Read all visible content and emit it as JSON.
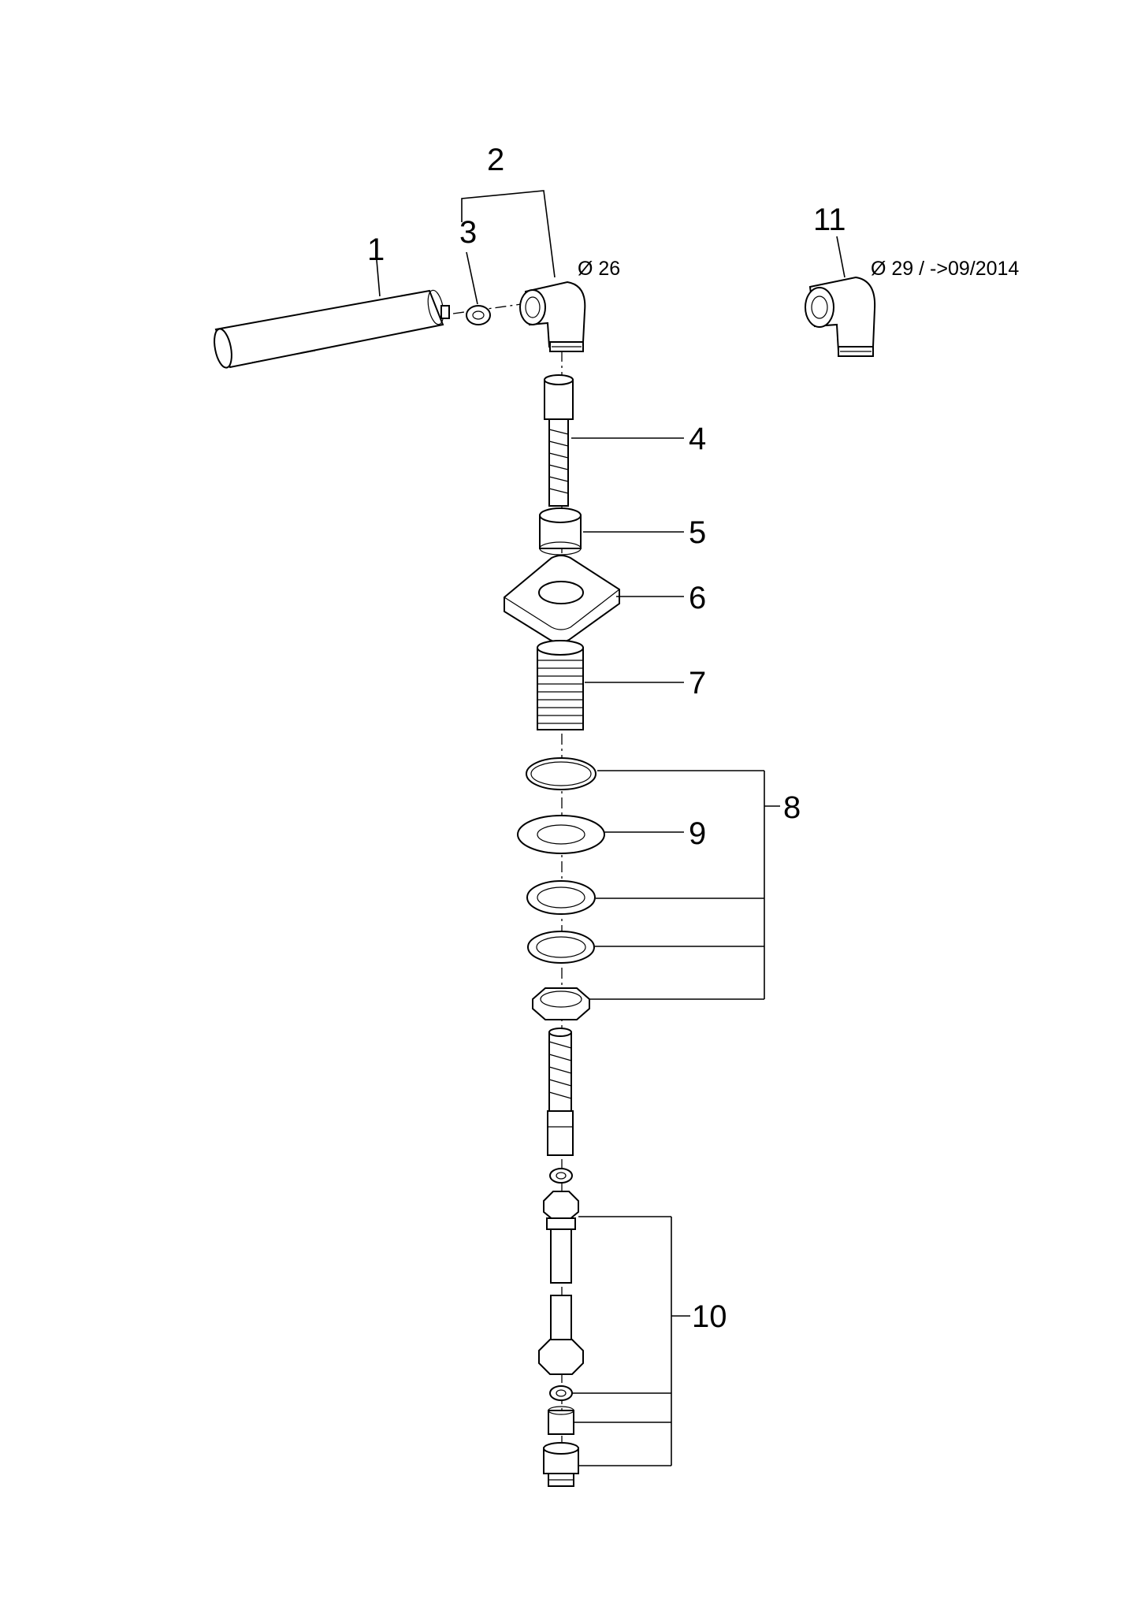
{
  "callouts": {
    "c1": "1",
    "c2": "2",
    "c3": "3",
    "c4": "4",
    "c5": "5",
    "c6": "6",
    "c7": "7",
    "c8": "8",
    "c9": "9",
    "c10": "10",
    "c11": "11"
  },
  "notes": {
    "diameter_main": "Ø 26",
    "diameter_alt": "Ø 29 / ->09/2014"
  }
}
